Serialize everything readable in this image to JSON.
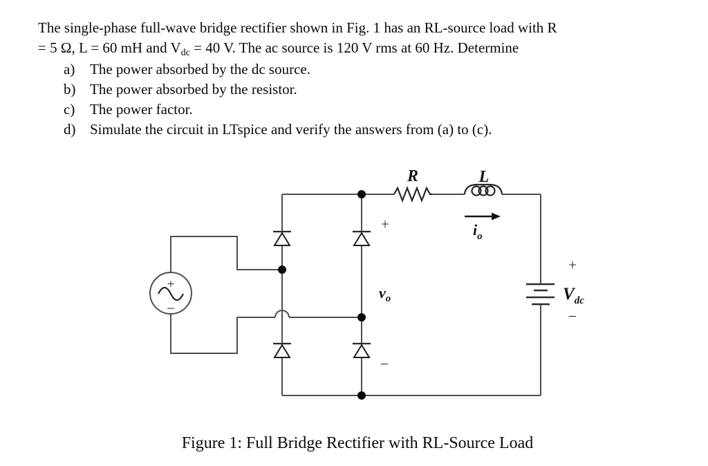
{
  "problem": {
    "line1": "The single-phase full-wave bridge rectifier shown in Fig. 1 has an RL-source load with R",
    "line2_pre": "= 5 Ω, L = 60 mH and V",
    "line2_sub": "dc",
    "line2_post": " = 40 V. The ac source is 120 V rms at 60 Hz. Determine",
    "items": [
      {
        "marker": "a)",
        "text": "The power absorbed by the dc source."
      },
      {
        "marker": "b)",
        "text": "The power absorbed by the resistor."
      },
      {
        "marker": "c)",
        "text": "The power factor."
      },
      {
        "marker": "d)",
        "text": "Simulate the circuit in LTspice and verify the answers from (a) to (c)."
      }
    ]
  },
  "circuit": {
    "resistor_label": "R",
    "inductor_label": "L",
    "current_label": "i",
    "current_sub": "o",
    "output_plus": "+",
    "output_v": "v",
    "output_sub": "o",
    "output_minus": "−",
    "dc_plus": "+",
    "dc_v": "V",
    "dc_sub": "dc",
    "dc_minus": "−",
    "source_plus": "+",
    "source_minus": "−"
  },
  "caption": "Figure 1: Full Bridge Rectifier with RL-Source Load"
}
